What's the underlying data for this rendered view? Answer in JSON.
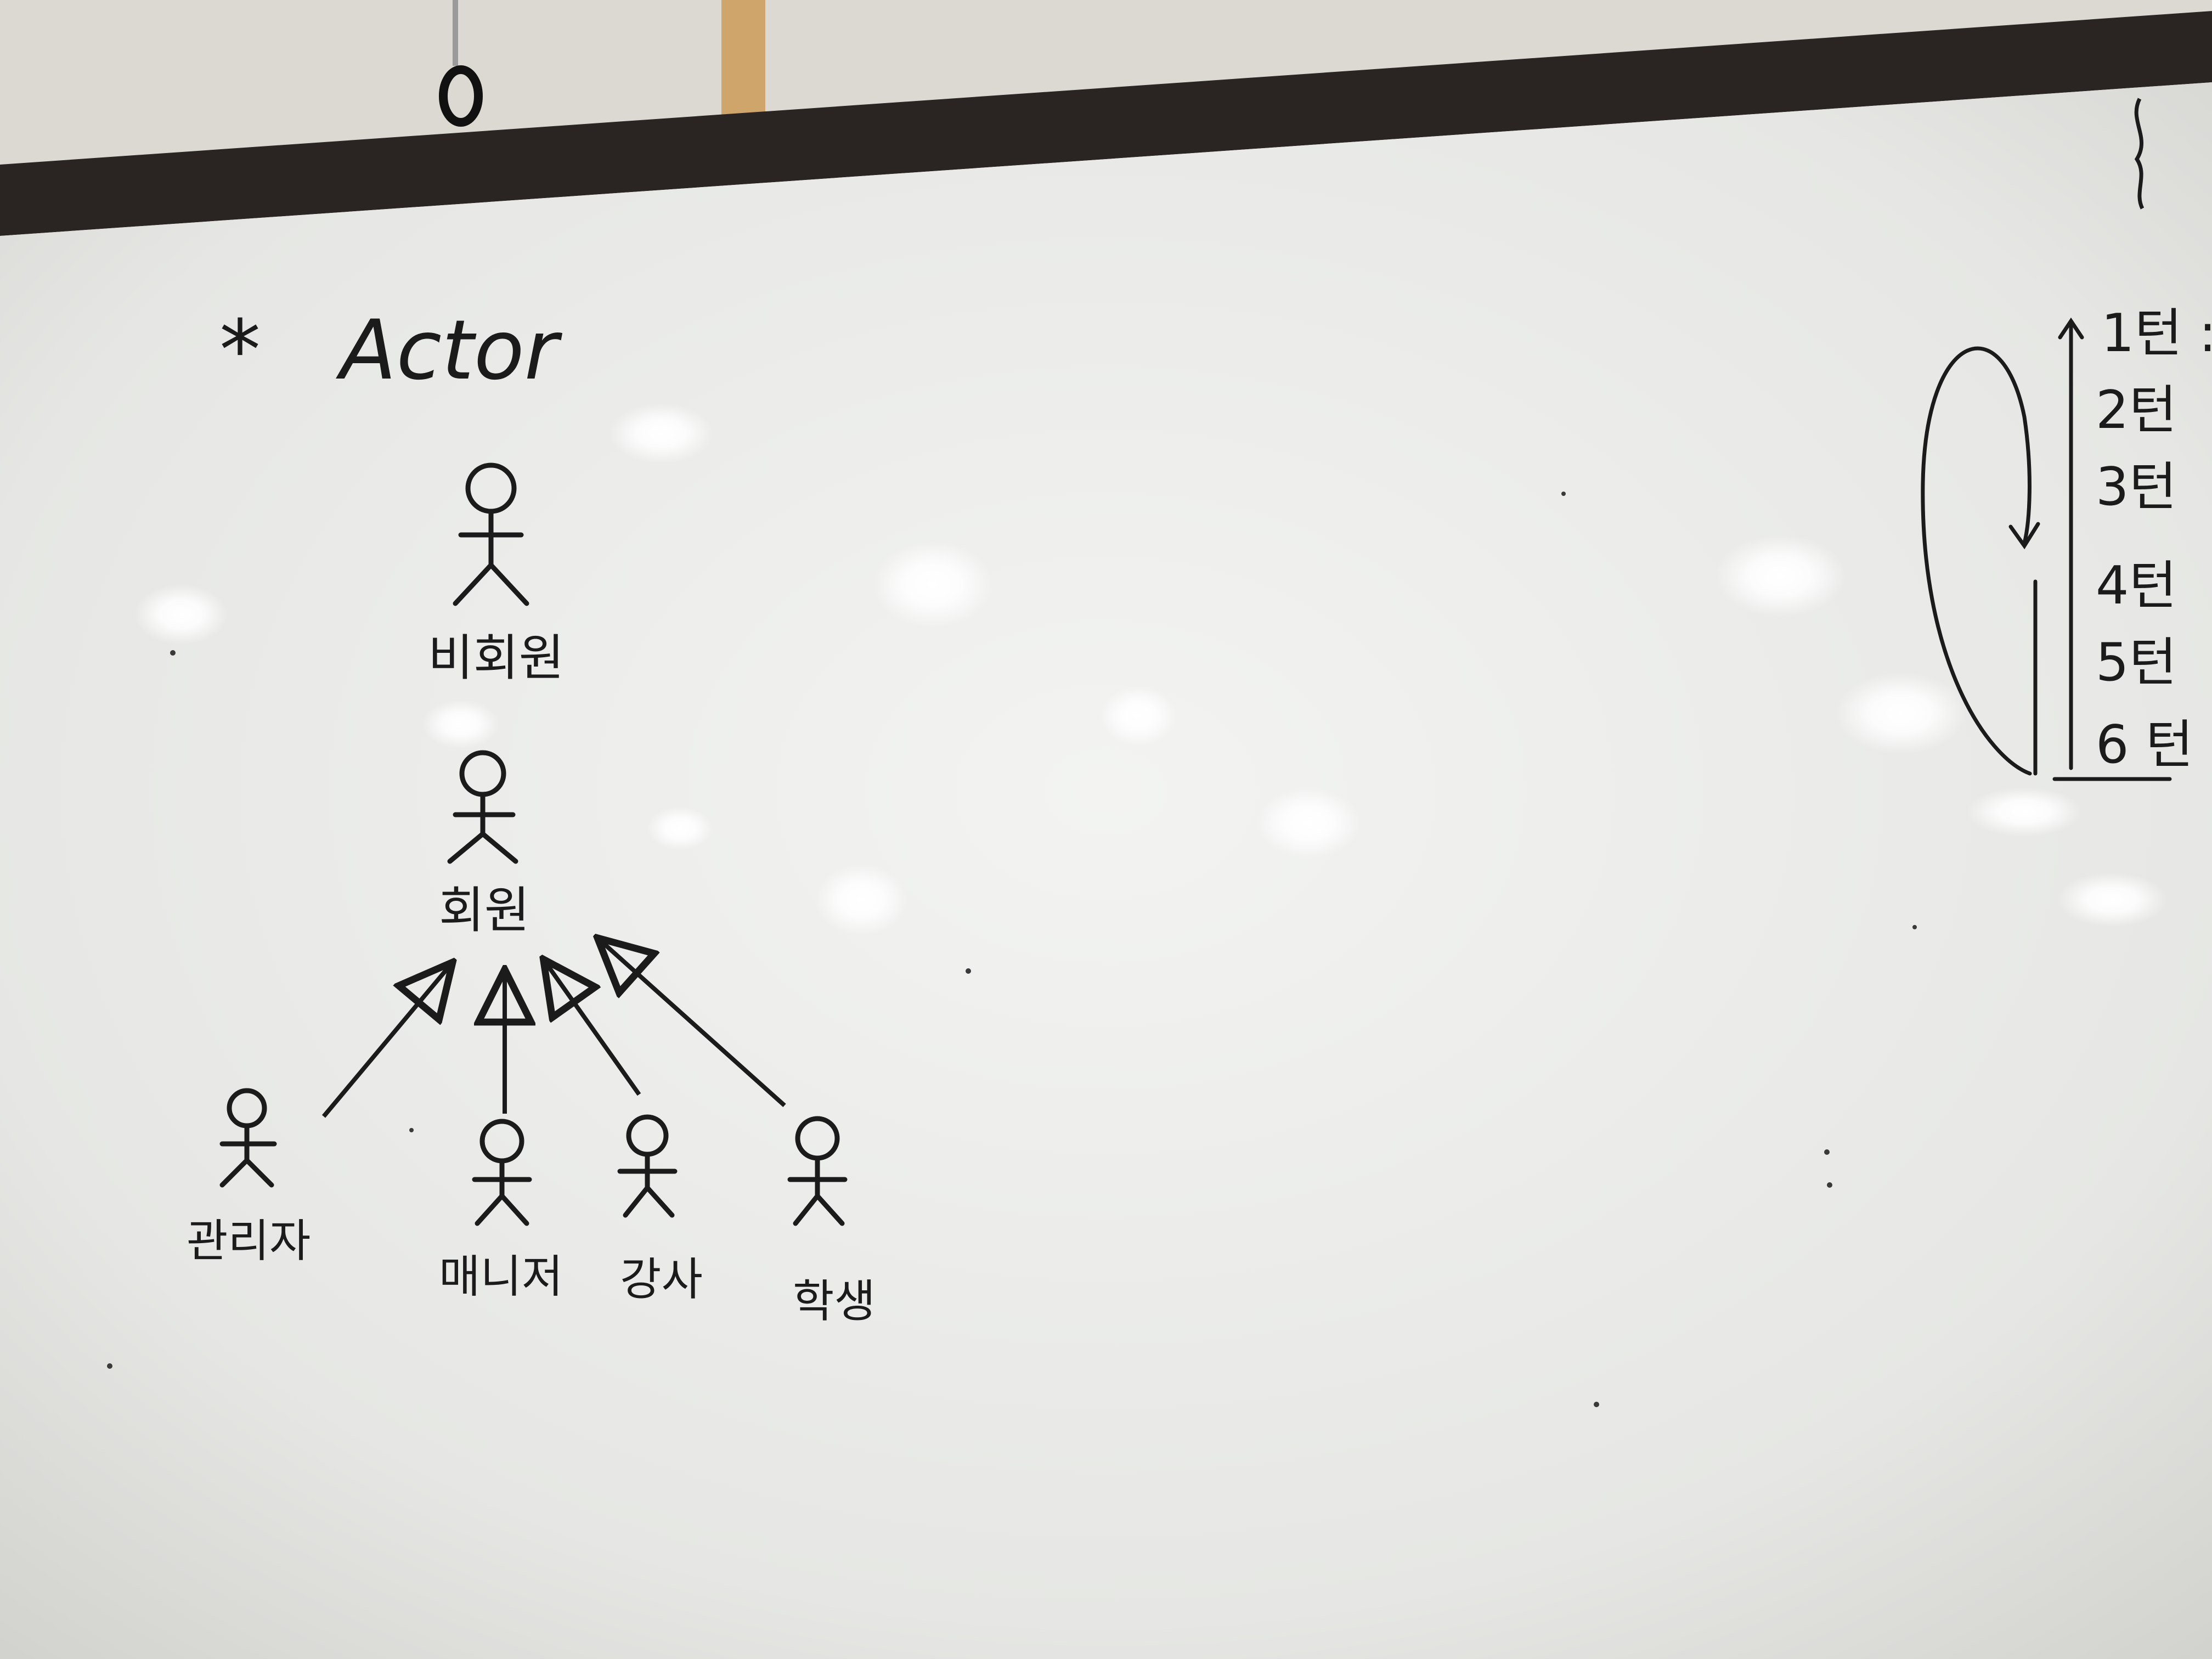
{
  "whiteboard": {
    "heading_marker": "*",
    "heading": "Actor"
  },
  "actors": {
    "non_member": "비회원",
    "member": "회원",
    "children": [
      {
        "label": "관리자"
      },
      {
        "label": "매니저"
      },
      {
        "label": "강사"
      },
      {
        "label": "학생"
      }
    ]
  },
  "side_list": {
    "items": [
      {
        "label": "1턴 :"
      },
      {
        "label": "2턴"
      },
      {
        "label": "3턴"
      },
      {
        "label": "4턴"
      },
      {
        "label": "5턴"
      },
      {
        "label": "6 턴"
      }
    ]
  },
  "colors": {
    "board": "#eef0ee",
    "frame": "#2a2423",
    "wall": "#d9d6cf",
    "ink": "#1b1b1b"
  }
}
